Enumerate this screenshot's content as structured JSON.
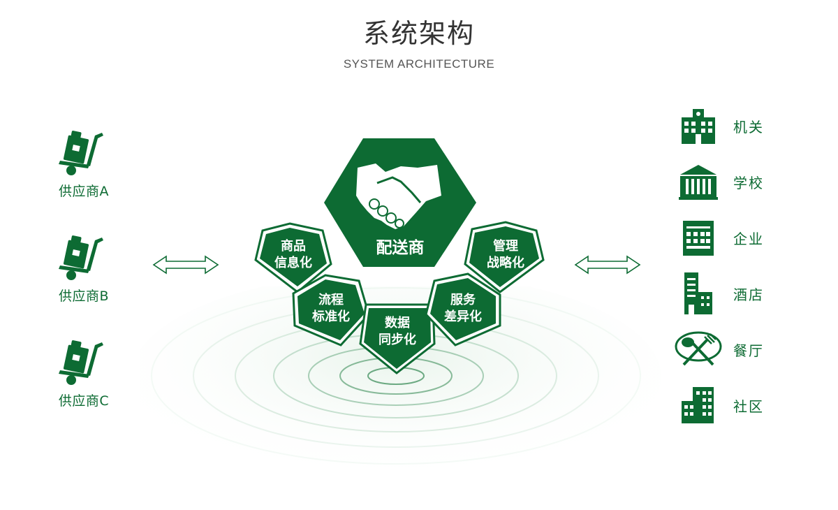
{
  "header": {
    "title": "系统架构",
    "subtitle": "SYSTEM ARCHITECTURE"
  },
  "colors": {
    "primary_green": "#0d6b33",
    "light_green": "#cfe6d6"
  },
  "suppliers": [
    {
      "label": "供应商A",
      "icon": "hand-truck-icon"
    },
    {
      "label": "供应商B",
      "icon": "hand-truck-icon"
    },
    {
      "label": "供应商C",
      "icon": "hand-truck-icon"
    }
  ],
  "center": {
    "hub_label": "配送商",
    "hub_icon": "handshake-icon",
    "features": [
      {
        "line1": "商品",
        "line2": "信息化"
      },
      {
        "line1": "流程",
        "line2": "标准化"
      },
      {
        "line1": "数据",
        "line2": "同步化"
      },
      {
        "line1": "服务",
        "line2": "差异化"
      },
      {
        "line1": "管理",
        "line2": "战略化"
      }
    ]
  },
  "destinations": [
    {
      "label": "机关",
      "icon": "government-building-icon"
    },
    {
      "label": "学校",
      "icon": "school-building-icon"
    },
    {
      "label": "企业",
      "icon": "office-building-icon"
    },
    {
      "label": "酒店",
      "icon": "hotel-building-icon"
    },
    {
      "label": "餐厅",
      "icon": "restaurant-icon"
    },
    {
      "label": "社区",
      "icon": "community-building-icon"
    }
  ]
}
